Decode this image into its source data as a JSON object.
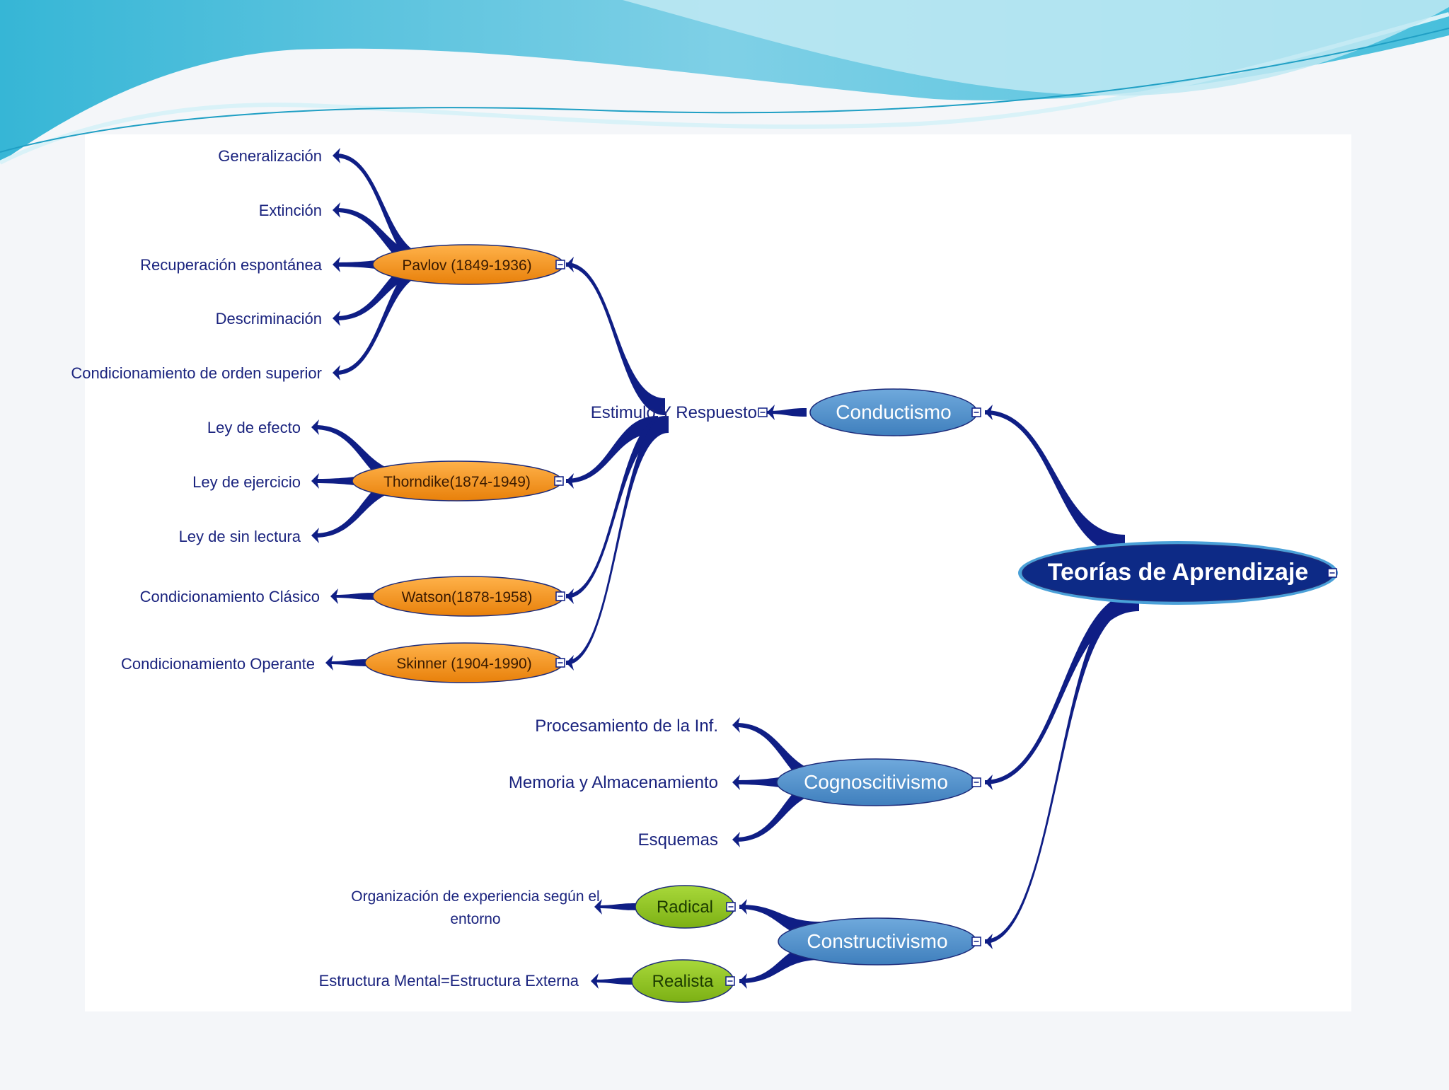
{
  "colors": {
    "connector": "#0f1e85",
    "root_fill": "#0d2a86",
    "root_ring": "#4aa0d8",
    "category_fill": "#4f8fc9",
    "theorist_fill": "#f5920f",
    "subtype_fill": "#8fc21c",
    "label_text": "#1a237e",
    "banner_dark": "#3fb8d8",
    "banner_light": "#aee4f0"
  },
  "icons": {
    "collapse": "minus-box-icon",
    "arrow": "arrowhead-icon"
  },
  "diagram": {
    "root": {
      "label": "Teorías de Aprendizaje"
    },
    "conductismo": {
      "label": "Conductismo",
      "hub": {
        "label": "Estimulo Y Respuesto"
      },
      "pavlov": {
        "label": "Pavlov (1849-1936)",
        "leaves": [
          "Generalización",
          "Extinción",
          "Recuperación espontánea",
          "Descriminación",
          "Condicionamiento de orden superior"
        ]
      },
      "thorndike": {
        "label": "Thorndike(1874-1949)",
        "leaves": [
          "Ley de efecto",
          "Ley de ejercicio",
          "Ley de sin lectura"
        ]
      },
      "watson": {
        "label": "Watson(1878-1958)",
        "leaves": [
          "Condicionamiento Clásico"
        ]
      },
      "skinner": {
        "label": "Skinner (1904-1990)",
        "leaves": [
          "Condicionamiento Operante"
        ]
      }
    },
    "cognoscitivismo": {
      "label": "Cognoscitivismo",
      "leaves": [
        "Procesamiento de la Inf.",
        "Memoria y Almacenamiento",
        "Esquemas"
      ]
    },
    "constructivismo": {
      "label": "Constructivismo",
      "radical": {
        "label": "Radical",
        "leaf_line1": "Organización de experiencia según el",
        "leaf_line2": "entorno"
      },
      "realista": {
        "label": "Realista",
        "leaf": "Estructura Mental=Estructura Externa"
      }
    }
  }
}
